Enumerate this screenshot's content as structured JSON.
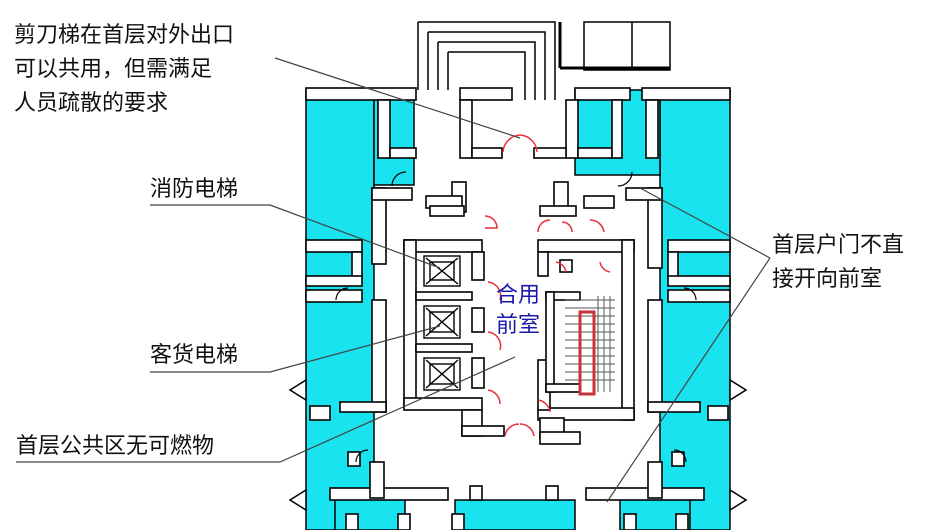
{
  "callouts": {
    "scissor_stair_line1": "剪刀梯在首层对外出口",
    "scissor_stair_line2": "可以共用，但需满足",
    "scissor_stair_line3": "人员疏散的要求",
    "fire_elevator": "消防电梯",
    "passenger_freight_elevator": "客货电梯",
    "no_combustibles": "首层公共区无可燃物",
    "door_line1": "首层户门不直",
    "door_line2": "接开向前室"
  },
  "room_label": {
    "line1": "合用",
    "line2": "前室"
  },
  "colors": {
    "unit_fill": "#19e3ee",
    "wall_fill": "#ffffff",
    "wall_stroke": "#000000",
    "door_color": "#e8303a",
    "stair_highlight": "#c8323a",
    "room_label_color": "#1a1aa8"
  }
}
